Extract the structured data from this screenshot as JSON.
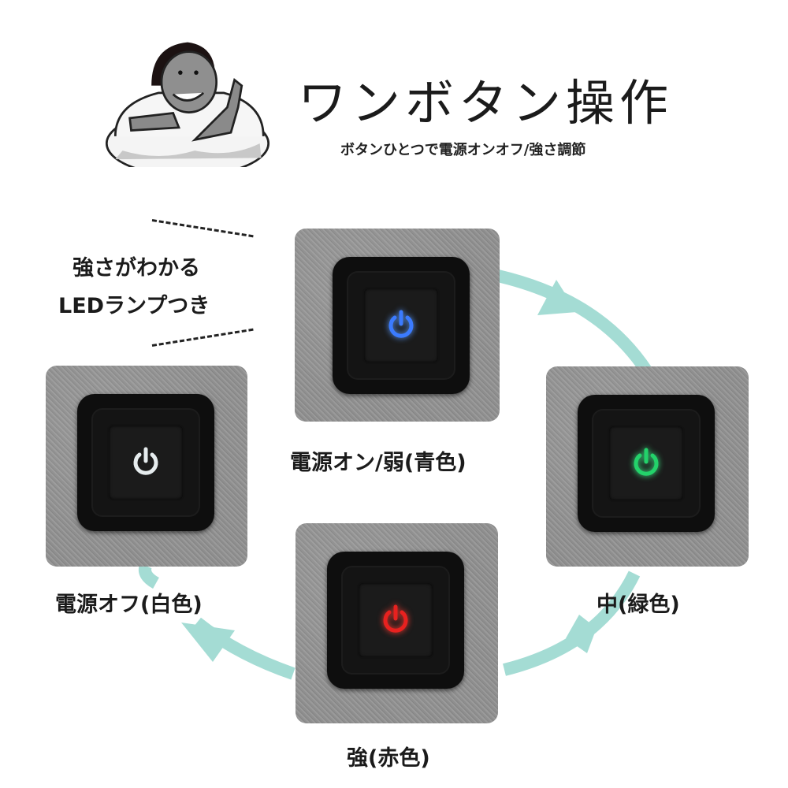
{
  "header": {
    "title": "ワンボタン操作",
    "subtitle": "ボタンひとつで電源オンオフ/強さ調節"
  },
  "mascot": {
    "description": "illustrated gorilla in white coat pointing",
    "icon": "mascot-illustration"
  },
  "callout": {
    "line1": "強さがわかる",
    "line2": "LEDランプつき"
  },
  "states": [
    {
      "id": "top",
      "label": "電源オン/弱(青色)",
      "led_color": "#3b7bff",
      "glow": "#5a9bff"
    },
    {
      "id": "right",
      "label": "中(緑色)",
      "led_color": "#23d26a",
      "glow": "#3cf08a"
    },
    {
      "id": "bottom",
      "label": "強(赤色)",
      "led_color": "#e8211f",
      "glow": "#ff3a30"
    },
    {
      "id": "left",
      "label": "電源オフ(白色)",
      "led_color": "#e6ecee",
      "glow": "#ffffff"
    }
  ],
  "colors": {
    "arrow": "#a4dcd4",
    "panel": "#939393",
    "pad": "#0e0e0e",
    "text": "#1b1b1b"
  }
}
